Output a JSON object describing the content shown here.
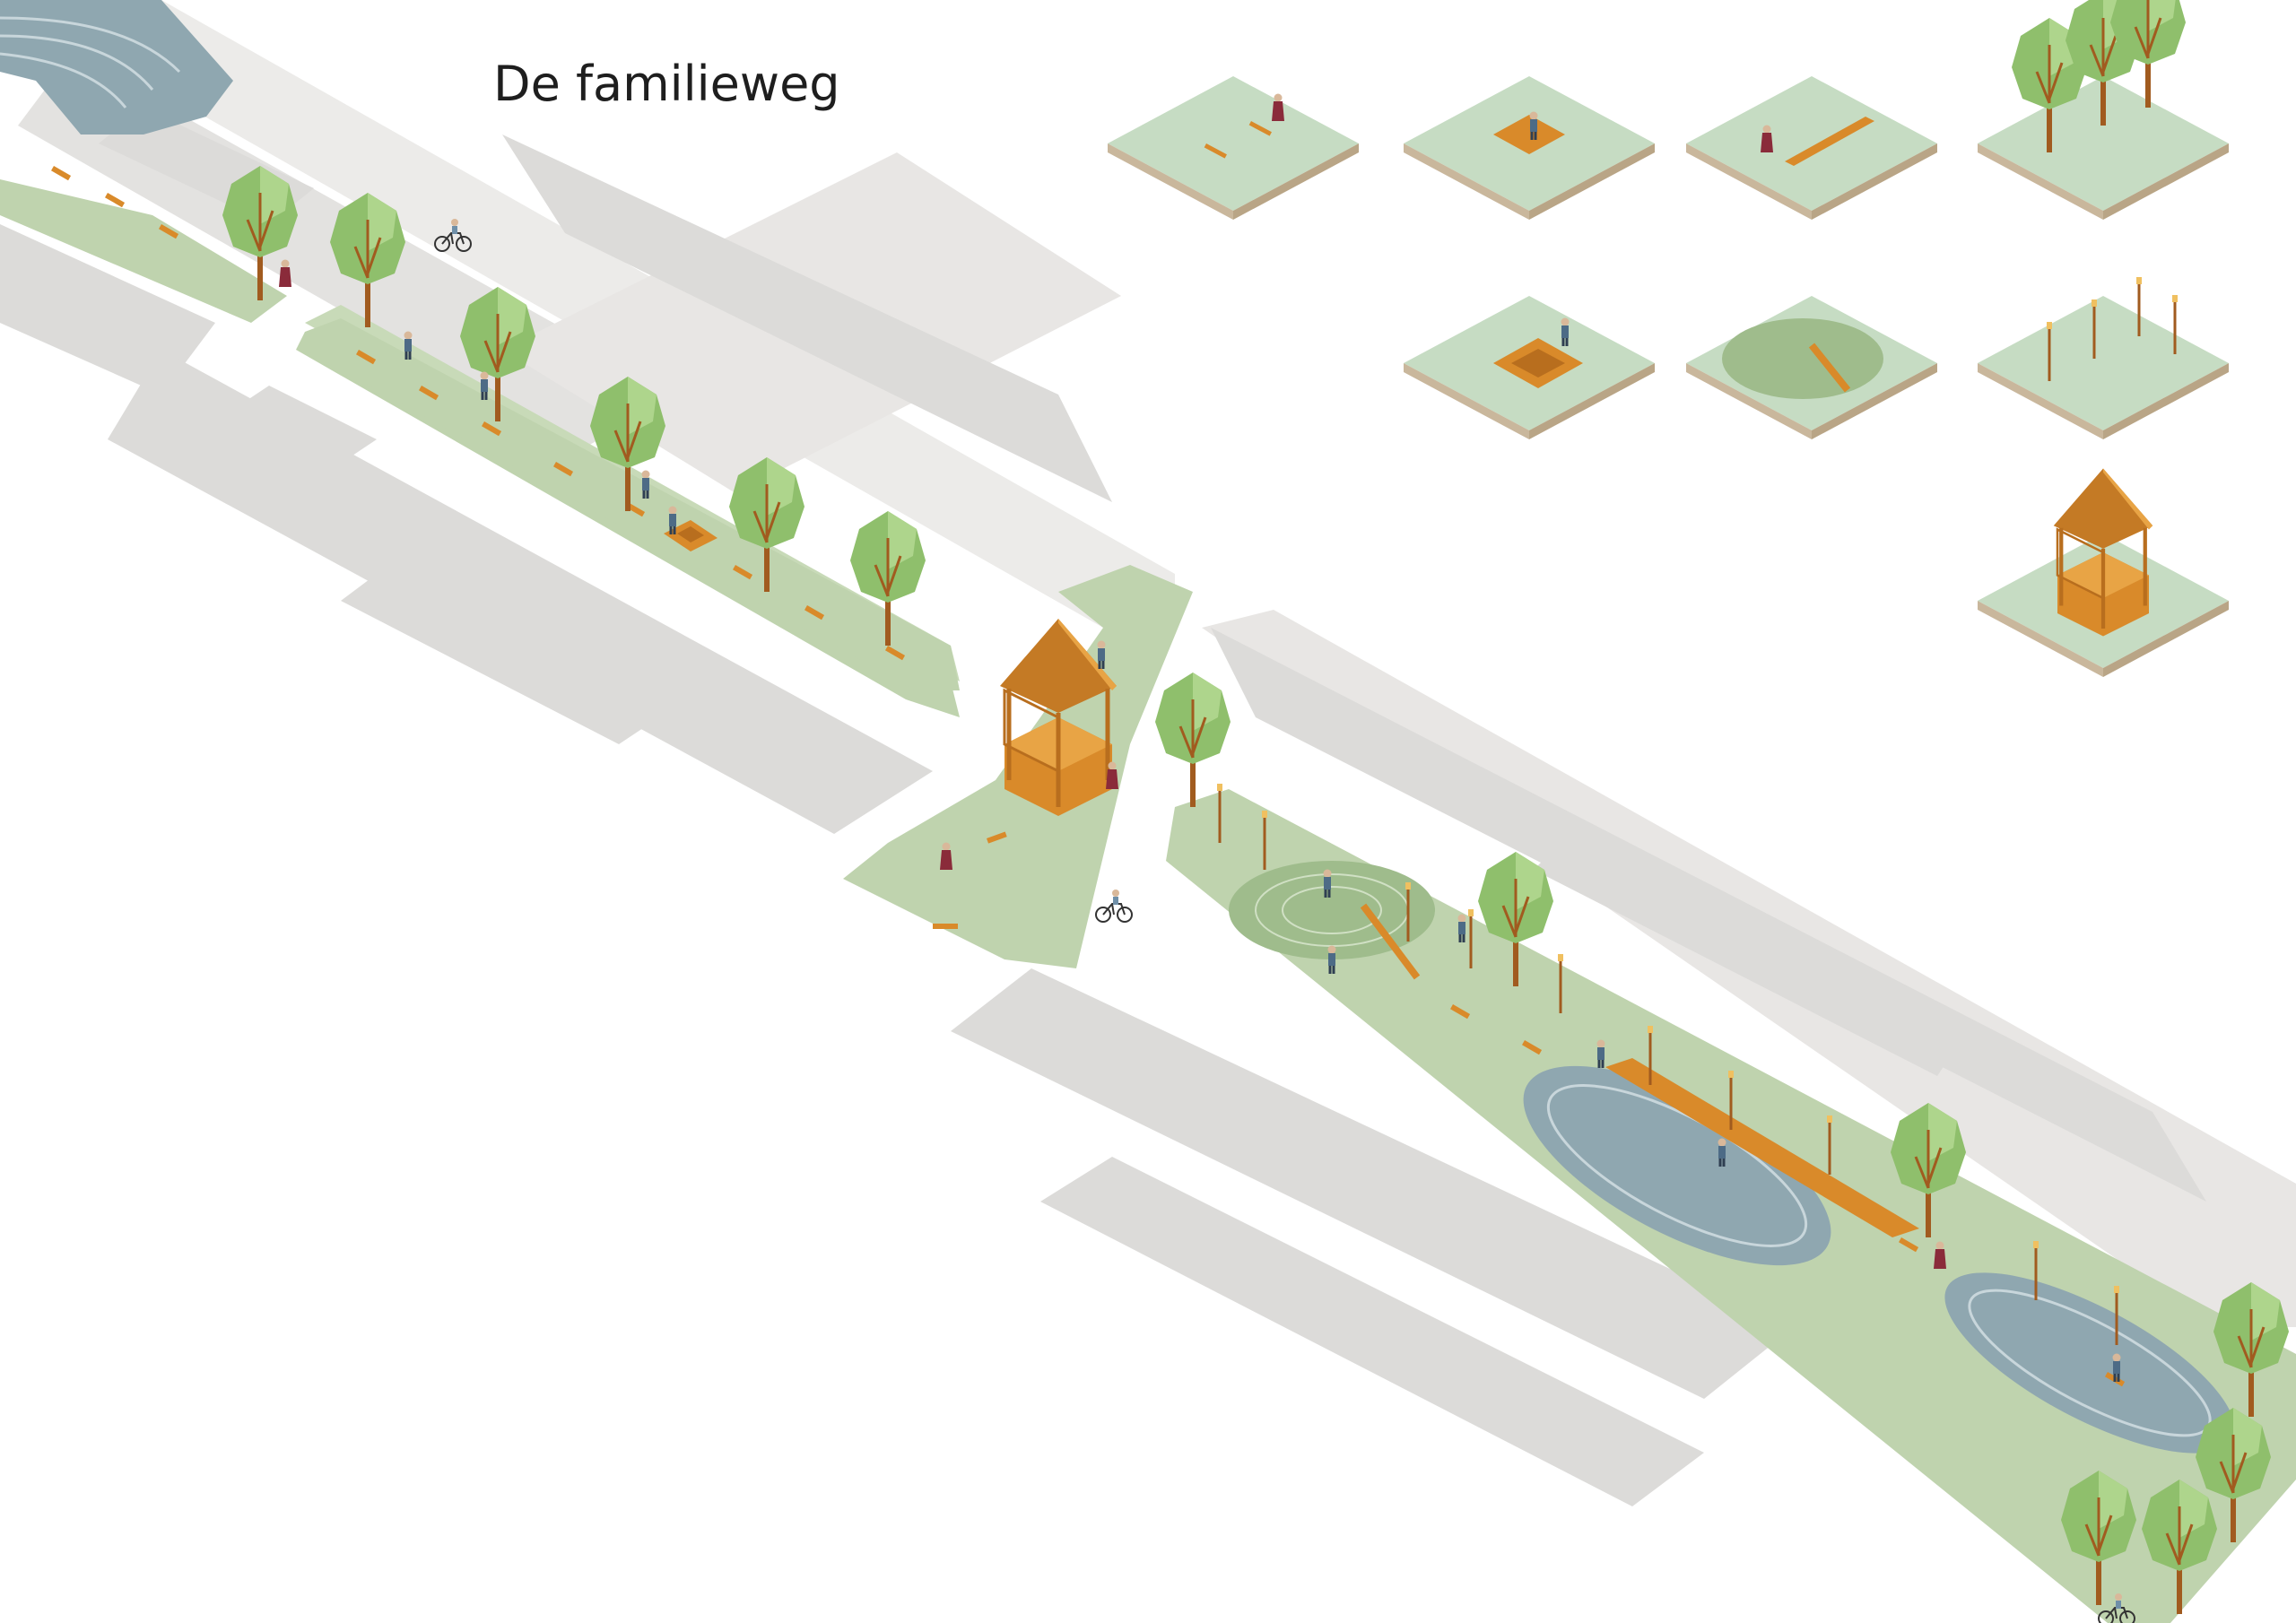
{
  "title": "De familieweg",
  "colors": {
    "street": "#e8e6e4",
    "building": "#d9d8d6",
    "grass": "#bfd3ae",
    "grass_dark": "#9fbc8c",
    "water": "#8fa7b0",
    "wood": "#d98a2a",
    "trunk": "#a15b1f",
    "foliage": "#8fbf6c",
    "foliage_light": "#aed58c",
    "figure": "#4d6b86",
    "figure_red": "#8a2b3a"
  },
  "icons": [
    "tree-icon",
    "bicycle-icon",
    "pavilion-icon",
    "person-icon",
    "lamp-post-icon"
  ],
  "modules": [
    {
      "id": "benches"
    },
    {
      "id": "stage"
    },
    {
      "id": "long-table"
    },
    {
      "id": "trees"
    },
    {
      "id": "chess-board"
    },
    {
      "id": "mound-slide"
    },
    {
      "id": "lamp-posts"
    },
    {
      "id": "pavilion"
    }
  ]
}
